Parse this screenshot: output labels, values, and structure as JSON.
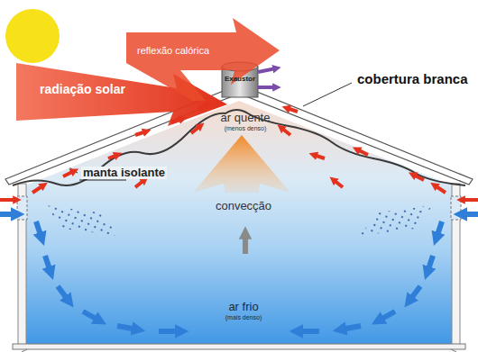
{
  "diagram": {
    "labels": [
      "radiação solar",
      "reflexão calórica",
      "Exaustor",
      "ar quente",
      "(menos denso)",
      "cobertura branca",
      "manta isolante",
      "convecção",
      "ar frio",
      "(mais denso)"
    ]
  }
}
